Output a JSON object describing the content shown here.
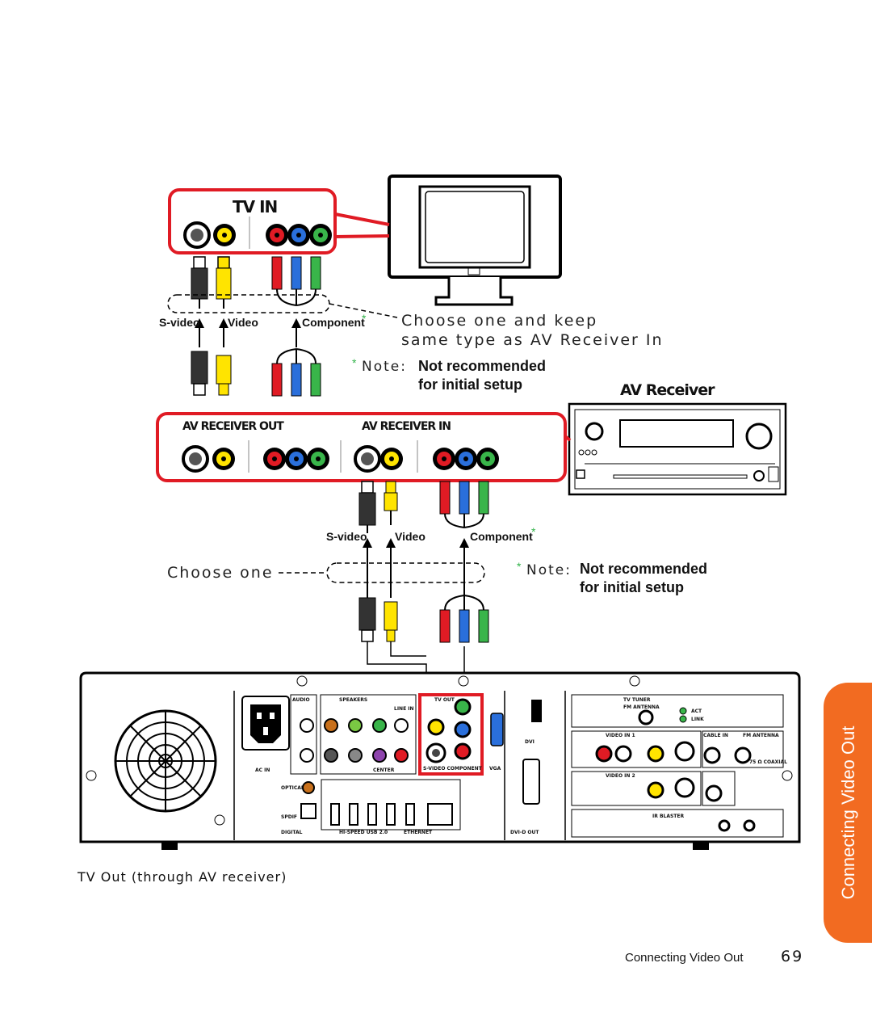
{
  "tv": {
    "label": "TV IN"
  },
  "cables_top": {
    "svideo": "S-video",
    "video": "Video",
    "component": "Component"
  },
  "choose_keep": {
    "line1": "Choose one and keep",
    "line2": "same type as AV Receiver In"
  },
  "note_top": {
    "prefix": "Note:",
    "text1": "Not recommended",
    "text2": "for initial setup"
  },
  "receiver": {
    "title": "AV Receiver",
    "panel_out": "AV RECEIVER OUT",
    "panel_in": "AV RECEIVER IN"
  },
  "cables_bottom": {
    "svideo": "S-video",
    "video": "Video",
    "component": "Component"
  },
  "choose_one": "Choose one",
  "note_bottom": {
    "prefix": "Note:",
    "text1": "Not recommended",
    "text2": "for initial setup"
  },
  "pc_labels": {
    "ac_in": "AC IN",
    "audio": "AUDIO",
    "speakers": "SPEAKERS",
    "center": "CENTER",
    "line_in": "LINE IN",
    "usb": "HI-SPEED USB 2.0",
    "ethernet": "ETHERNET",
    "tv_out": "TV OUT",
    "svideo_component": "S-VIDEO COMPONENT",
    "vga": "VGA",
    "dvi": "DVI",
    "dvi_out": "DVI-D OUT",
    "tv_tuner": "TV TUNER",
    "antenna": "FM ANTENNA",
    "video_in_1": "VIDEO IN 1",
    "video_in_2": "VIDEO IN 2",
    "cable_in": "CABLE IN",
    "fm_antenna": "FM ANTENNA",
    "ir_blaster": "IR BLASTER",
    "coax": "75 Ω COAXIAL",
    "link": "LINK",
    "act": "ACT",
    "optical": "OPTICAL",
    "spdif": "SPDIF",
    "digital": "DIGITAL"
  },
  "caption": "TV Out (through AV receiver)",
  "side_tab": "Connecting Video Out",
  "footer": {
    "section": "Connecting Video Out",
    "page": "69"
  },
  "colors": {
    "red_outline": "#e01b24",
    "tab_orange": "#f26b21",
    "accent_green": "#32b34a"
  }
}
